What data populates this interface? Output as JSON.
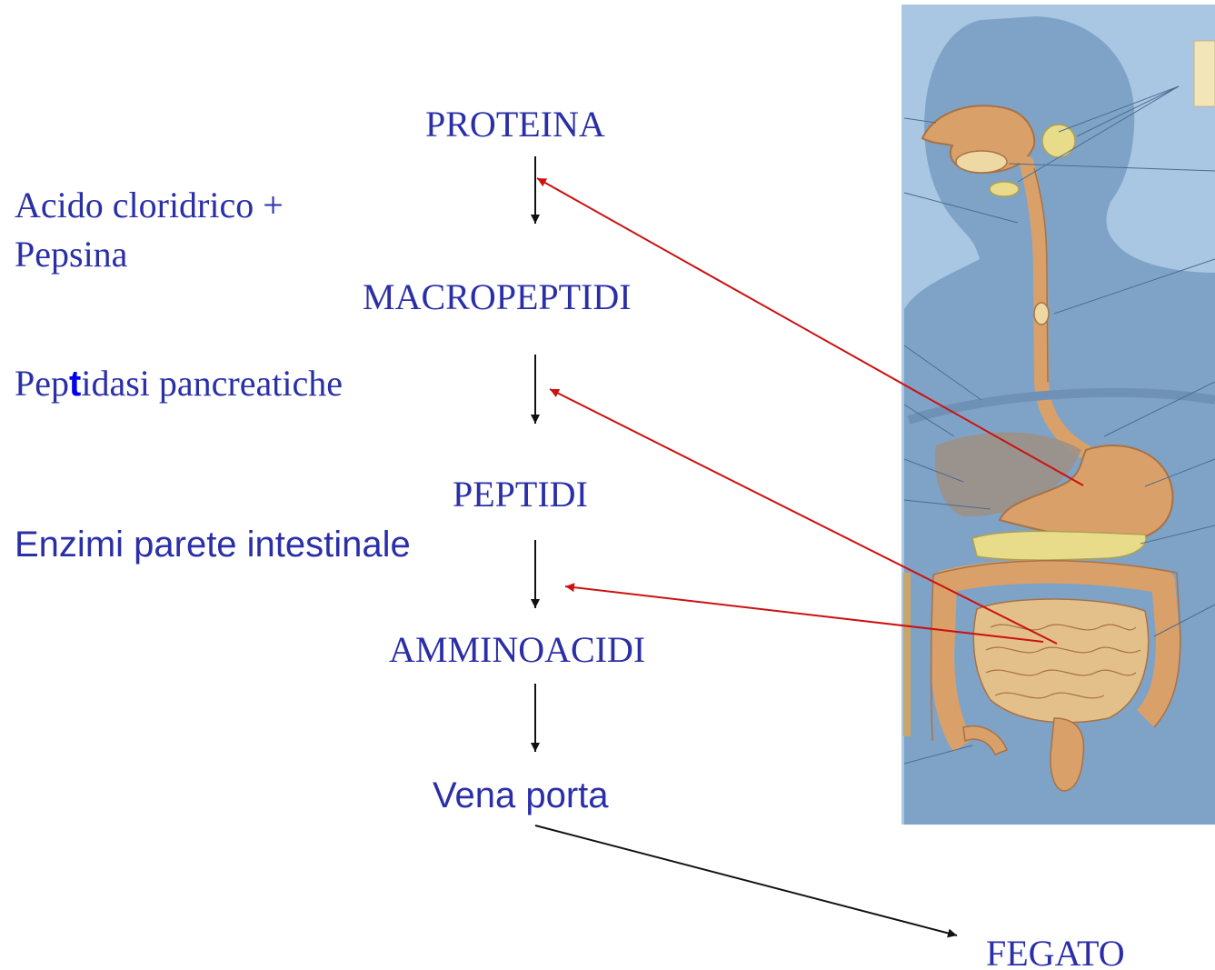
{
  "colors": {
    "text_blue": "#2a2fa8",
    "highlight_blue": "#0000ee",
    "arrow_black": "#111111",
    "arrow_red": "#cc1111",
    "anatomy_bg": "#a9c6e2",
    "silhouette": "#7fa3c6",
    "organ": "#d9a06a",
    "gland": "#e8dc8a"
  },
  "chain": {
    "proteina": "PROTEINA",
    "macropeptidi": "MACROPEPTIDI",
    "peptidi": "PEPTIDI",
    "amminoacidi": "AMMINOACIDI",
    "vena_porta": "Vena porta",
    "fegato": "FEGATO"
  },
  "enzymes": {
    "acido_line1": "Acido cloridrico +",
    "acido_line2": "Pepsina",
    "peptidasi_pre": "Pep",
    "peptidasi_hl": "t",
    "peptidasi_post": "idasi pancreatiche",
    "enzimi": "Enzimi parete intestinale"
  },
  "illustration": {
    "icon": "digestive-system-illustration"
  }
}
